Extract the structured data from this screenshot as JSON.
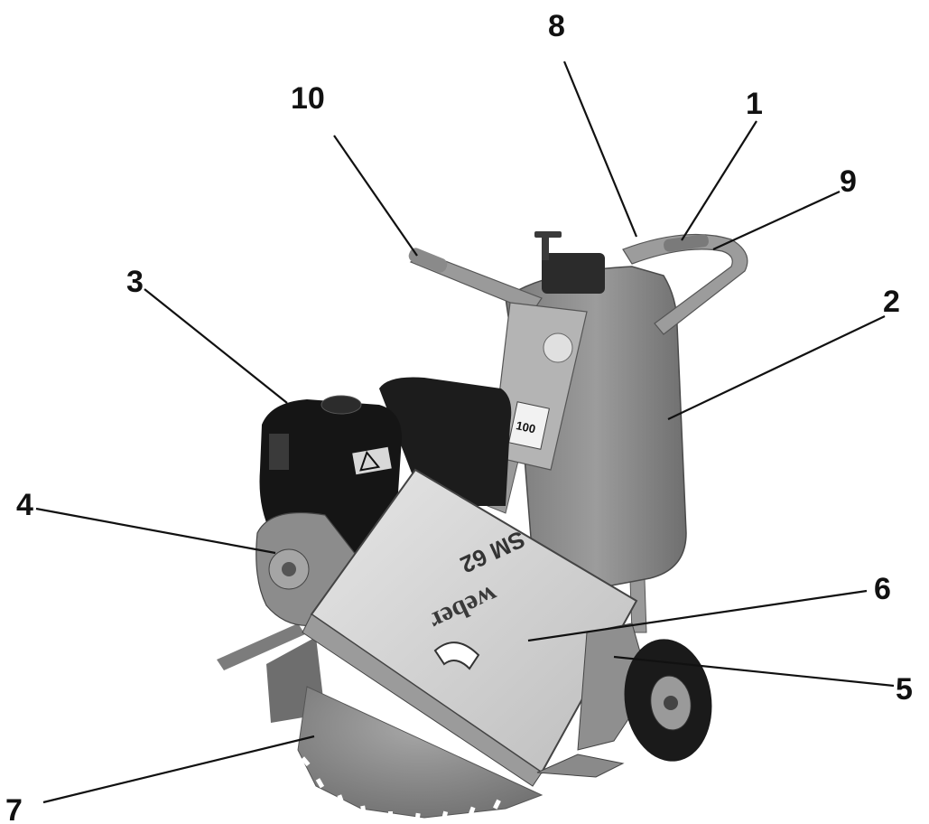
{
  "callouts": [
    {
      "id": "1",
      "label": "1"
    },
    {
      "id": "2",
      "label": "2"
    },
    {
      "id": "3",
      "label": "3"
    },
    {
      "id": "4",
      "label": "4"
    },
    {
      "id": "5",
      "label": "5"
    },
    {
      "id": "6",
      "label": "6"
    },
    {
      "id": "7",
      "label": "7"
    },
    {
      "id": "8",
      "label": "8"
    },
    {
      "id": "9",
      "label": "9"
    },
    {
      "id": "10",
      "label": "10"
    }
  ],
  "machine": {
    "model_plate": "SM 62",
    "brand": "weber",
    "gauge": "100"
  },
  "colors": {
    "ink": "#111111",
    "frame": "#9a9a9a",
    "guard": "#d6d6d6",
    "engine": "#1a1a1a",
    "blade": "#8f8f8f",
    "tank": "#8a8a8a"
  }
}
